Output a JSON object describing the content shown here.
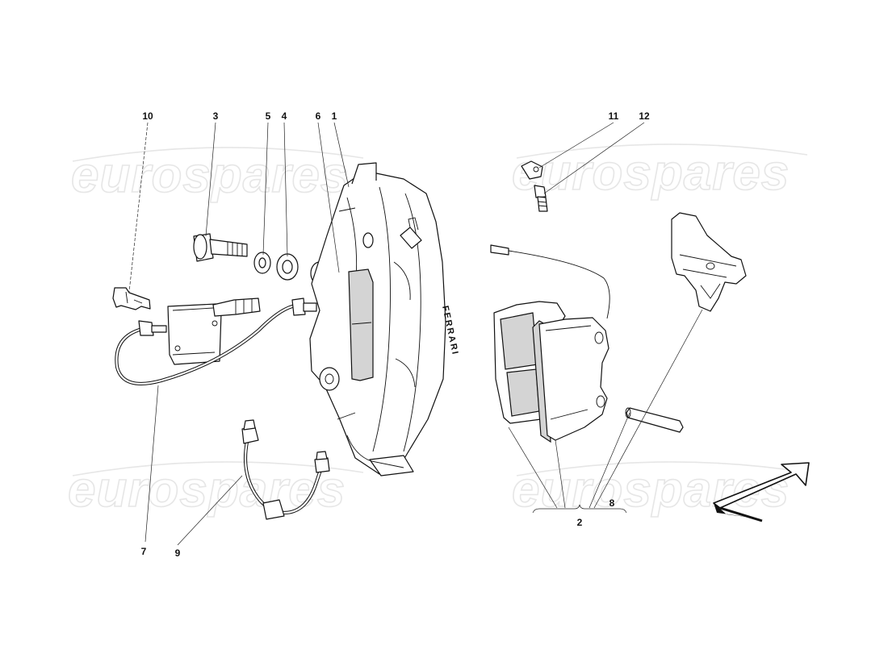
{
  "watermark": {
    "text": "eurospares",
    "color": "#e6e6e6"
  },
  "callouts": {
    "c1": "1",
    "c2": "2",
    "c3": "3",
    "c4": "4",
    "c5": "5",
    "c6": "6",
    "c7": "7",
    "c8": "8",
    "c9": "9",
    "c10": "10",
    "c11": "11",
    "c12": "12"
  },
  "caliper_mark": "FERRARI",
  "colors": {
    "line": "#111111",
    "pad_fill": "#d4d4d4",
    "background": "#ffffff"
  },
  "icons": {
    "direction_arrow": "direction-arrow-icon"
  }
}
